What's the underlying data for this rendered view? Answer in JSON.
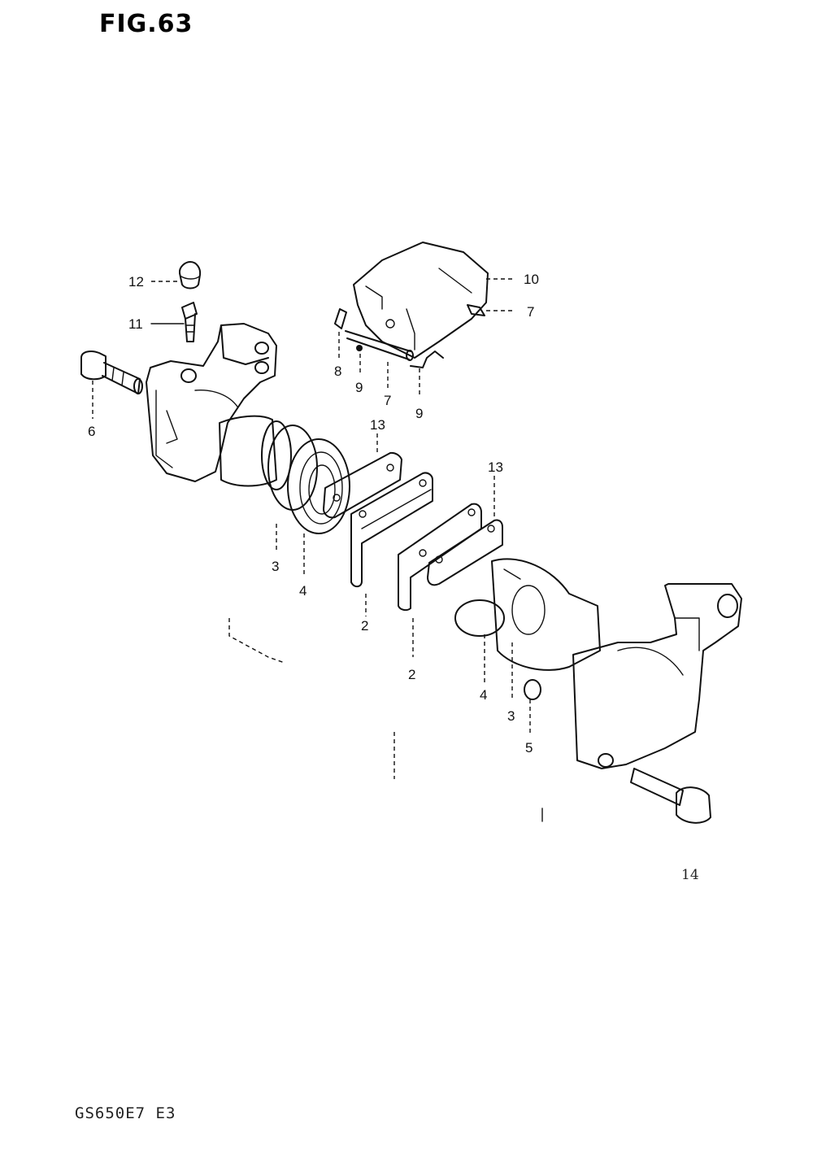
{
  "figure": {
    "title": "FIG.63",
    "model_code": "GS650E7 E3",
    "page_number": "14"
  },
  "callouts": {
    "c12": "12",
    "c11": "11",
    "c6": "6",
    "c10": "10",
    "c7a": "7",
    "c8": "8",
    "c9a": "9",
    "c7b": "7",
    "c9b": "9",
    "c13a": "13",
    "c13b": "13",
    "c3a": "3",
    "c4a": "4",
    "c2a": "2",
    "c2b": "2",
    "c4b": "4",
    "c3b": "3",
    "c5": "5"
  }
}
